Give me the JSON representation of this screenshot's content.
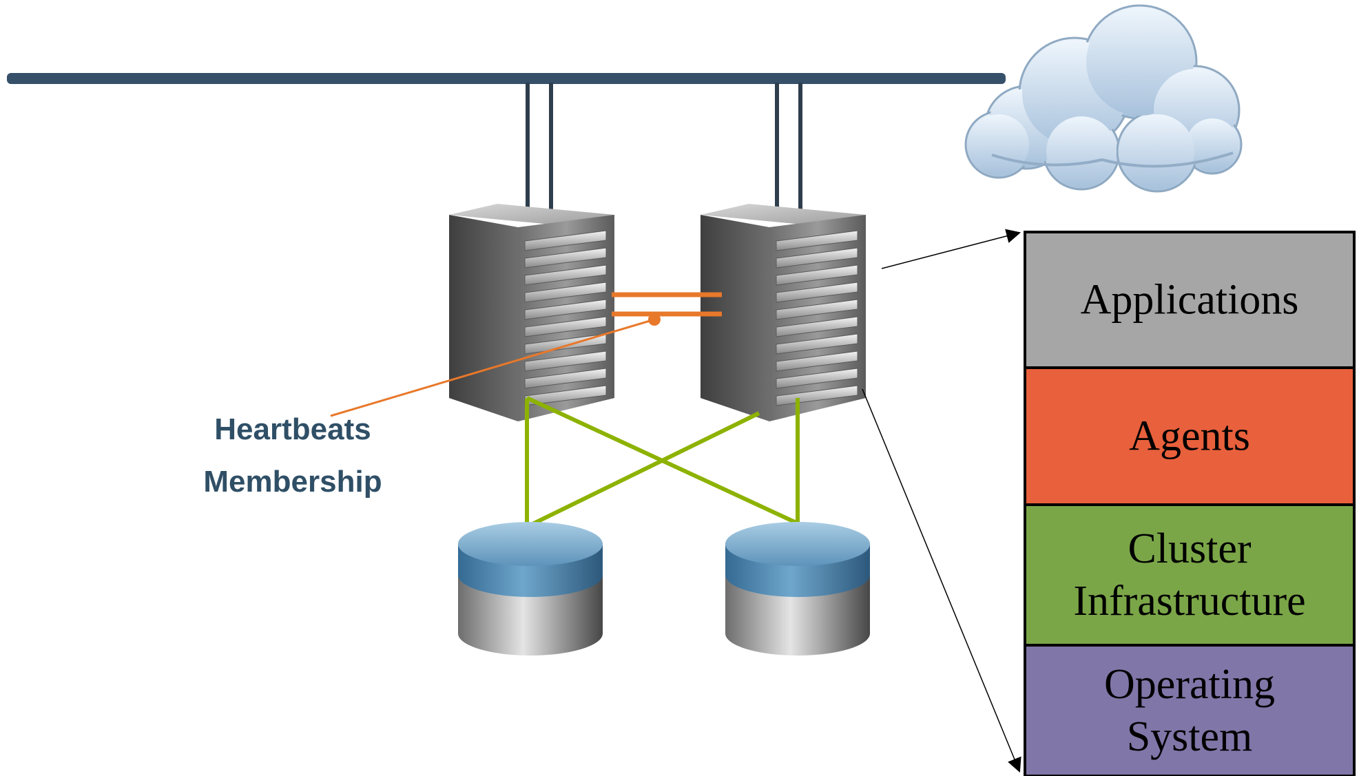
{
  "labels": {
    "heartbeats": "Heartbeats",
    "membership": "Membership"
  },
  "stack": {
    "layers": [
      {
        "lines": [
          "Applications"
        ],
        "color": "#a6a6a6"
      },
      {
        "lines": [
          "Agents"
        ],
        "color": "#e8603c"
      },
      {
        "lines": [
          "Cluster",
          "Infrastructure"
        ],
        "color": "#7ba648"
      },
      {
        "lines": [
          "Operating",
          "System"
        ],
        "color": "#8176a8"
      }
    ]
  },
  "colors": {
    "network_bus": "#36506a",
    "uplink": "#2f3e4c",
    "heartbeat": "#e8782a",
    "storage_link": "#8db200",
    "cloud": "#b6cee6"
  },
  "icons": [
    "cloud-icon",
    "server-icon",
    "storage-disk-icon"
  ]
}
